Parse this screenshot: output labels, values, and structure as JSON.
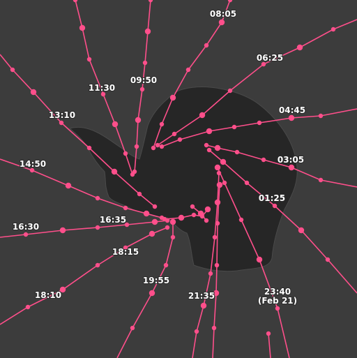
{
  "colors": {
    "background": "#3c3c3c",
    "continent": "#262626",
    "continent_edge": "#4a4a4a",
    "track": "#ff4f8b"
  },
  "labels": {
    "t0805": "08:05",
    "t0625": "06:25",
    "t0445": "04:45",
    "t0305": "03:05",
    "t0125": "01:25",
    "t2340": "23:40",
    "t2340_date": "(Feb 21)",
    "t2135": "21:35",
    "t1955": "19:55",
    "t1815a": "18:15",
    "t1810": "18:10",
    "t1635": "16:35",
    "t1630": "16:30",
    "t1450": "14:50",
    "t1310": "13:10",
    "t1130": "11:30",
    "t0950": "09:50"
  }
}
